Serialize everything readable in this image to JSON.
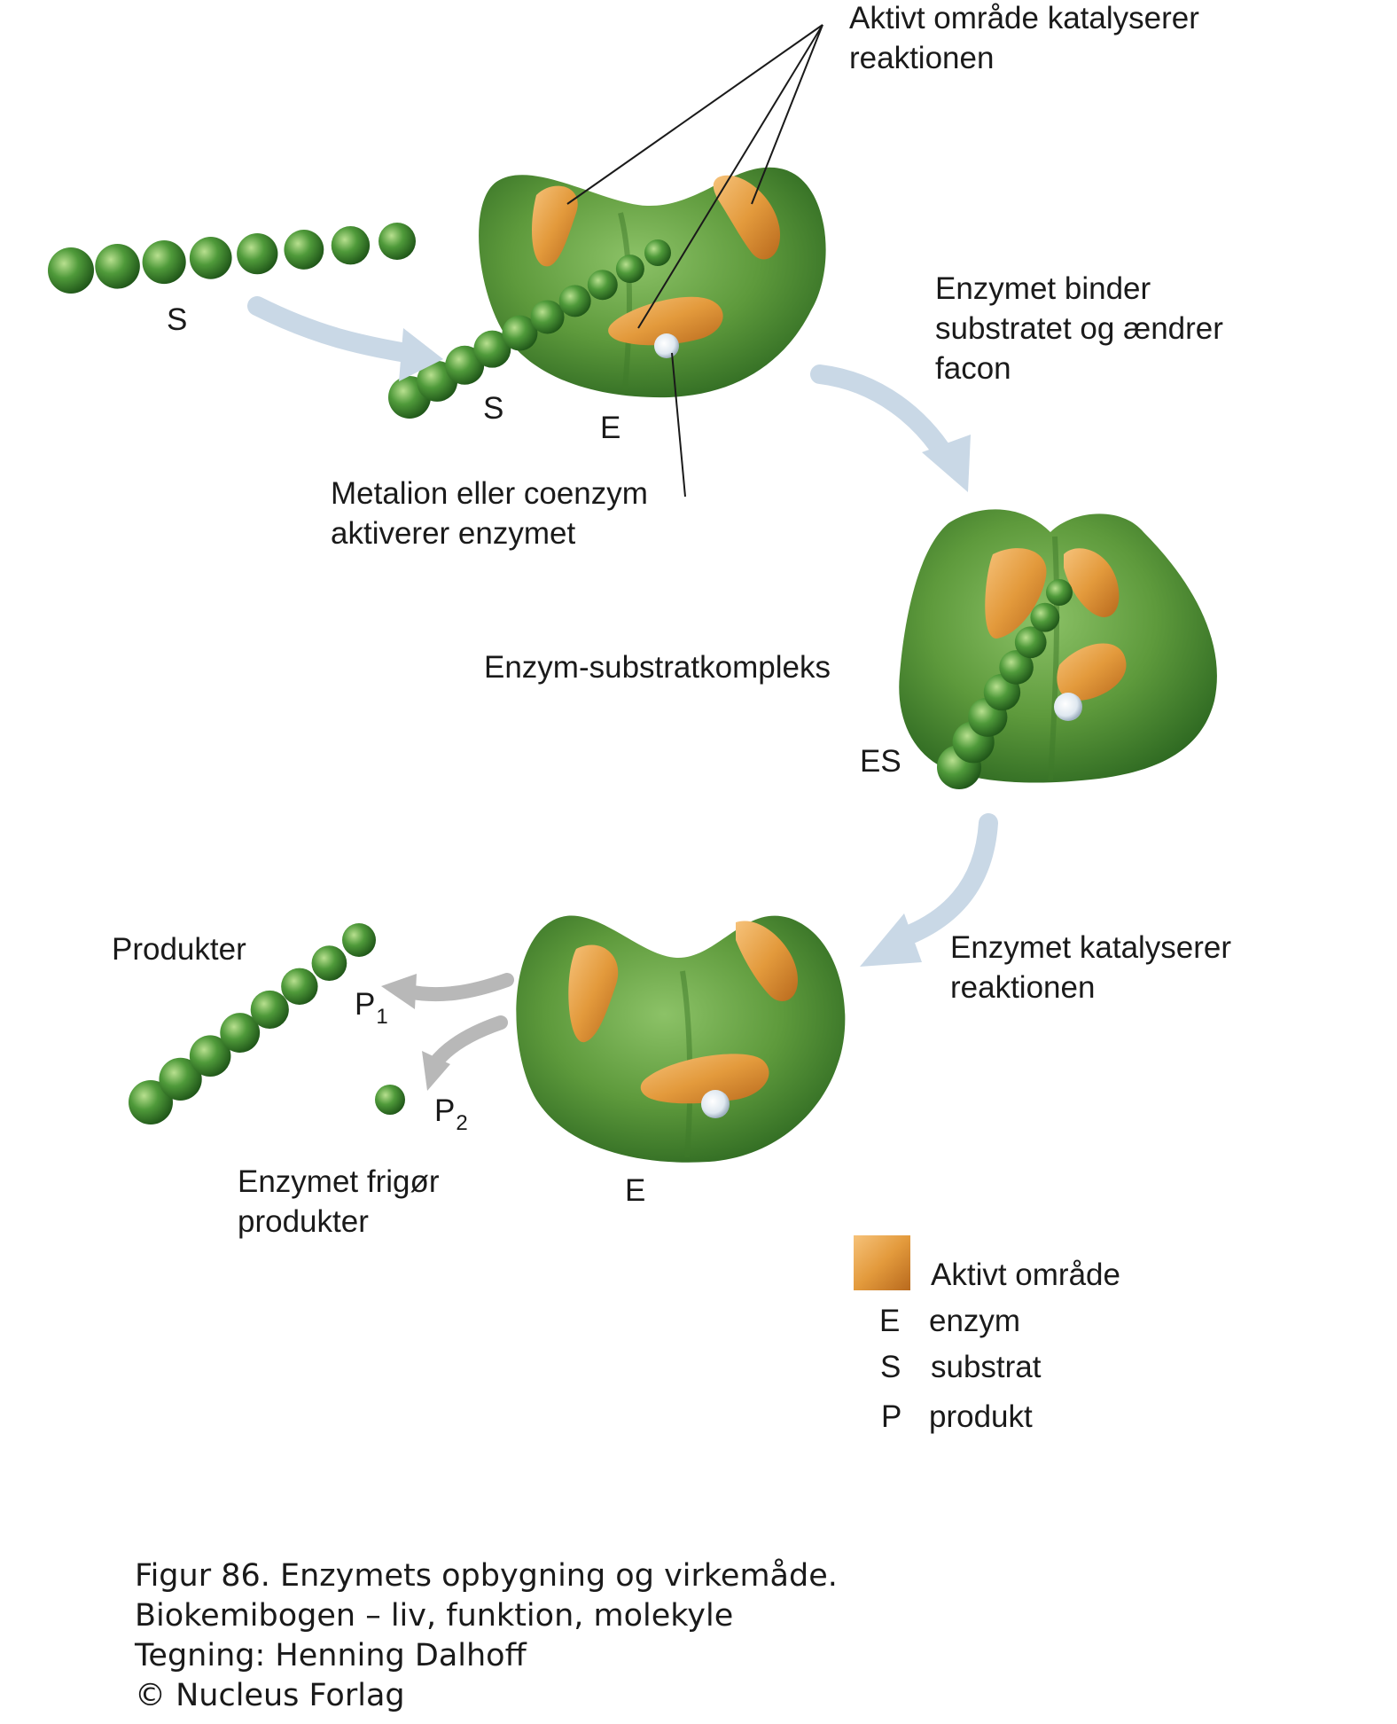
{
  "labels": {
    "active_site_callout": [
      "Aktivt område katalyserer",
      "reaktionen"
    ],
    "substrate_chain": "S",
    "substrate_bound": "S",
    "enzyme_top": "E",
    "binding_step": [
      "Enzymet binder",
      "substratet og ændrer",
      "facon"
    ],
    "cofactor": [
      "Metalion eller coenzym",
      "aktiverer enzymet"
    ],
    "complex_name": "Enzym-substratkompleks",
    "complex_tag": "ES",
    "products_title": "Produkter",
    "product1": {
      "letter": "P",
      "index": "1"
    },
    "product2": {
      "letter": "P",
      "index": "2"
    },
    "catalysis_step": [
      "Enzymet katalyserer",
      "reaktionen"
    ],
    "release_step": [
      "Enzymet frigør",
      "produkter"
    ],
    "enzyme_bottom": "E"
  },
  "legend": [
    {
      "key": "",
      "text": "Aktivt område",
      "swatch": true
    },
    {
      "key": "E",
      "text": "enzym"
    },
    {
      "key": "S",
      "text": "substrat"
    },
    {
      "key": "P",
      "text": "produkt"
    }
  ],
  "caption": [
    "Figur 86. Enzymets opbygning og virkemåde.",
    "Biokemibogen – liv, funktion, molekyle",
    "Tegning: Henning Dalhoff",
    "© Nucleus Forlag"
  ],
  "colors": {
    "enzyme": "#5e9a3c",
    "enzyme_dark": "#2f6a22",
    "active_site": "#e39a3c",
    "bead": "#4f9a3a",
    "arrow": "#c9d8e6",
    "arrow_grey": "#b8b8b8",
    "cofactor": "#e8eef4"
  }
}
